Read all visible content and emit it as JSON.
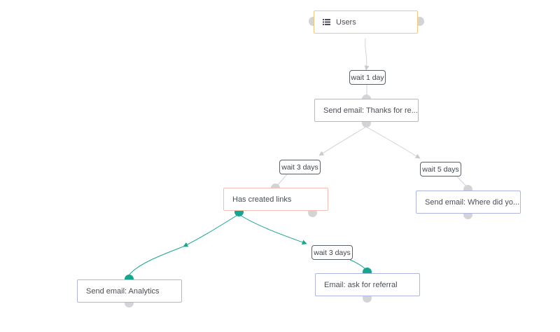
{
  "flow": {
    "trigger": {
      "label": "Users",
      "icon": "list-icon"
    },
    "wait_1": "wait 1 day",
    "email_thanks": "Send email: Thanks for re...",
    "wait_2": "wait 3 days",
    "wait_3": "wait 5 days",
    "condition": "Has created links",
    "email_where": "Send email: Where did yo...",
    "wait_4": "wait 3 days",
    "email_analytics": "Send email: Analytics",
    "email_referral": "Email: ask for referral"
  },
  "colors": {
    "edge_default": "#d0d2d6",
    "edge_active": "#17a58f",
    "trigger_border": "#f4c77a",
    "action_border": "#aeb6e0",
    "condition_border": "#efc0b2"
  }
}
